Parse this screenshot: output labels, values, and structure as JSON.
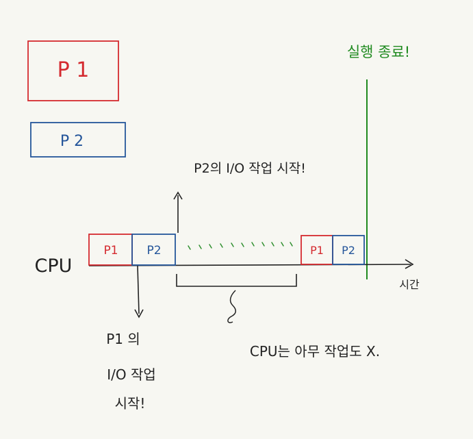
{
  "legend": {
    "p1_label": "P 1",
    "p2_label": "P 2"
  },
  "timeline": {
    "cpu_label": "CPU",
    "time_label": "시간",
    "blocks": [
      {
        "label": "P1"
      },
      {
        "label": "P2"
      },
      {
        "label": "P1"
      },
      {
        "label": "P2"
      }
    ]
  },
  "annotations": {
    "end_label": "실행 종료!",
    "p2_io_label": "P2의 I/O 작업 시작!",
    "p1_io_line1": "P1 의",
    "p1_io_line2": "I/O 작업",
    "p1_io_line3": "시작!",
    "idle_label": "CPU는 아무 작업도 X."
  },
  "colors": {
    "p1": "#d42a2f",
    "p2": "#24559a",
    "end": "#1f8a1f",
    "ink": "#222222",
    "idle": "#2f8f2f"
  }
}
